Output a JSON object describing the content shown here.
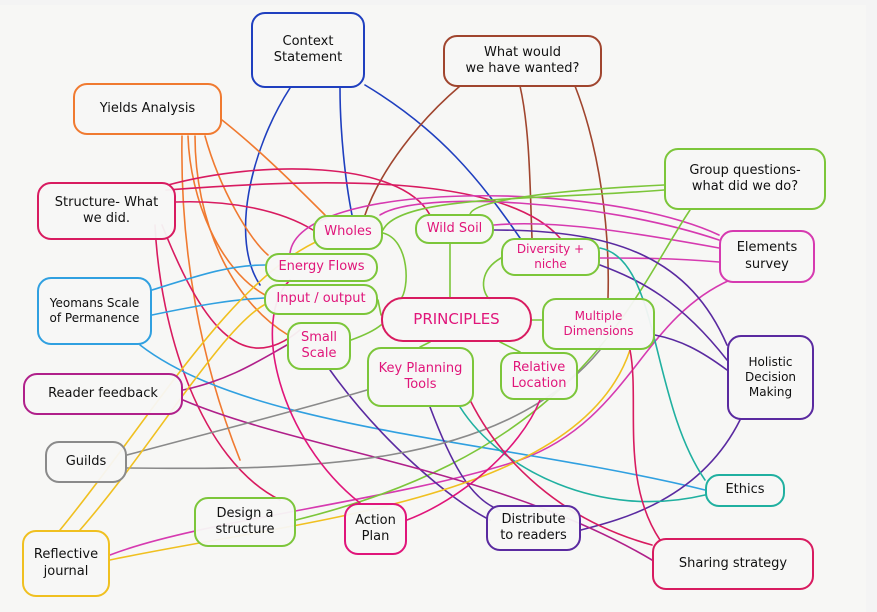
{
  "title": "PRINCIPLES",
  "nodes": {
    "context": "Context\nStatement",
    "wanted": "What would\nwe have wanted?",
    "yields": "Yields Analysis",
    "structure": "Structure- What\nwe did.",
    "wholes": "Wholes",
    "wild_soil": "Wild Soil",
    "diversity": "Diversity +\nniche",
    "group": "Group questions-\nwhat did we do?",
    "elements": "Elements\nsurvey",
    "energy": "Energy Flows",
    "input": "Input / output",
    "yeomans": "Yeomans Scale\nof Permanence",
    "principles": "PRINCIPLES",
    "multiple": "Multiple\nDimensions",
    "small": "Small\nScale",
    "key_planning": "Key Planning\nTools",
    "relative": "Relative\nLocation",
    "holistic": "Holistic\nDecision\nMaking",
    "reader": "Reader feedback",
    "guilds": "Guilds",
    "ethics": "Ethics",
    "design": "Design a\nstructure",
    "action": "Action\nPlan",
    "distribute": "Distribute\nto readers",
    "sharing": "Sharing strategy",
    "reflective": "Reflective\njournal"
  },
  "colors": {
    "blue": "#1f3fbf",
    "brown": "#a0452e",
    "orange": "#f07a30",
    "crimson": "#d81b60",
    "green": "#7cc63a",
    "magenta": "#d63ab0",
    "lightblue": "#30a0e0",
    "purple": "#5a2aa0",
    "gray": "#8a8a8a",
    "teal": "#20b0a0",
    "yellow": "#f0c020",
    "pink_text": "#e0157a"
  }
}
